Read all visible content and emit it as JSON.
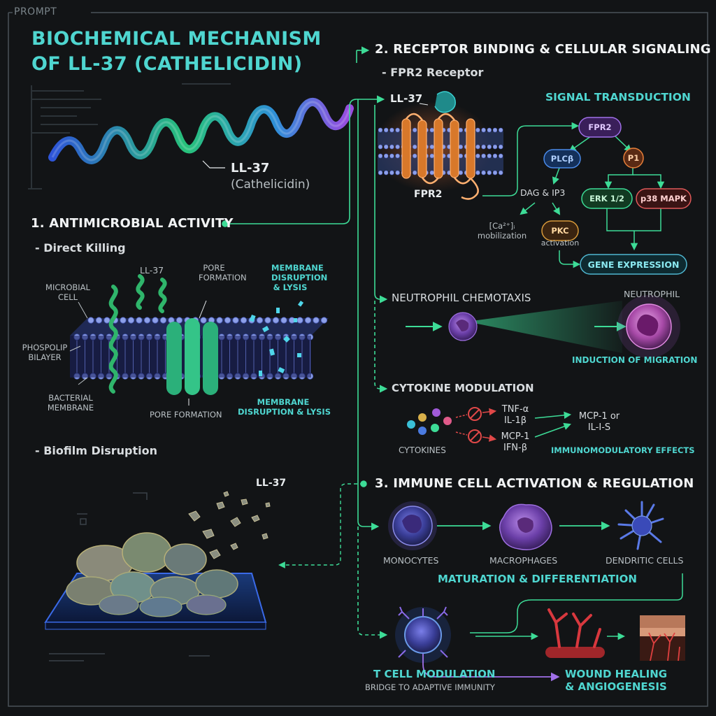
{
  "frame": {
    "tag": "PROMPT"
  },
  "title": {
    "line1": "BIOCHEMICAL MECHANISM",
    "line2": "OF LL-37 (CATHELICIDIN)"
  },
  "helix": {
    "name": "LL-37",
    "subname": "(Cathelicidin)"
  },
  "section1": {
    "heading": "1. ANTIMICROBIAL ACTIVITY",
    "direct": {
      "heading": "- Direct Killing",
      "ll37": "LL-37",
      "pore_top_1": "PORE",
      "pore_top_2": "FORMATION",
      "membrane_top_1": "MEMBRANE",
      "membrane_top_2": "DISRUPTION",
      "membrane_top_3": "& LYSIS",
      "microbial_1": "MICROBIAL",
      "microbial_2": "CELL",
      "phospho_1": "PHOSPOLIP",
      "phospho_2": "BILAYER",
      "bacterial_1": "BACTERIAL",
      "bacterial_2": "MEMBRANE",
      "pore_bottom": "PORE FORMATION",
      "membrane_bottom_1": "MEMBRANE",
      "membrane_bottom_2": "DISRUPTION & LYSIS"
    },
    "biofilm": {
      "heading": "- Biofilm Disruption",
      "ll37": "LL-37"
    }
  },
  "section2": {
    "heading": "2. RECEPTOR BINDING & CELLULAR SIGNALING",
    "receptor_heading": "- FPR2 Receptor",
    "ll37": "LL-37",
    "fpr2": "FPR2",
    "signal_heading": "SIGNAL TRANSDUCTION",
    "nodes": {
      "fpr2": "FPR2",
      "plcb": "PLCβ",
      "pi": "P1",
      "dag": "DAG & IP3",
      "ca_1": "[Ca²⁺]ᵢ",
      "ca_2": "mobilization",
      "pkc": "PKC",
      "pkc_sub": "activation",
      "erk": "ERK 1/2",
      "p38": "p38 MAPK",
      "gene": "GENE EXPRESSION"
    },
    "chemotaxis": {
      "heading": "NEUTROPHIL CHEMOTAXIS",
      "neutrophil": "NEUTROPHIL",
      "induction": "INDUCTION OF MIGRATION"
    },
    "cytokine": {
      "heading": "CYTOKINE MODULATION",
      "cytokines": "CYTOKINES",
      "tnf": "TNF-α",
      "il1b": "IL-1β",
      "mcp1": "MCP-1",
      "ifnb": "IFN-β",
      "out_1": "MCP-1 or",
      "out_2": "IL-I-S",
      "effects": "IMMUNOMODULATORY EFFECTS"
    }
  },
  "section3": {
    "heading": "3. IMMUNE CELL ACTIVATION & REGULATION",
    "monocytes": "MONOCYTES",
    "macrophages": "MACROPHAGES",
    "dendritic": "DENDRITIC CELLS",
    "maturation": "MATURATION & DIFFERENTIATION",
    "tcell_1": "T CELL MODULATION",
    "tcell_2": "BRIDGE TO ADAPTIVE IMMUNITY",
    "wound_1": "WOUND HEALING",
    "wound_2": "& ANGIOGENESIS"
  },
  "colors": {
    "accent": "#4fd6d0",
    "green": "#3ddc97",
    "bg": "#121416",
    "purple": "#9d6ee0"
  }
}
